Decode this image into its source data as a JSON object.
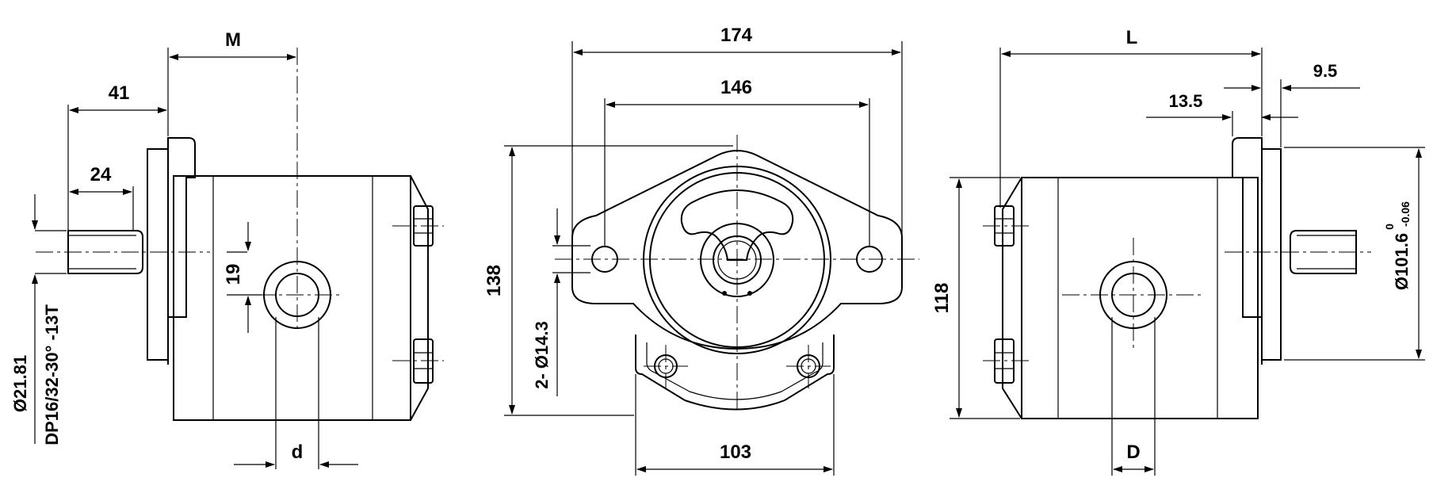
{
  "colors": {
    "line": "#000000",
    "background": "#ffffff"
  },
  "left_view": {
    "dim_M": "M",
    "dim_41": "41",
    "dim_24": "24",
    "dim_19": "19",
    "dim_d": "d",
    "shaft_diameter": "Ø21.81",
    "spline_spec": "DP16/32-30° -13T"
  },
  "front_view": {
    "dim_174": "174",
    "dim_146": "146",
    "dim_138": "138",
    "dim_holes": "2- Ø14.3",
    "dim_103": "103"
  },
  "right_view": {
    "dim_L": "L",
    "dim_9_5": "9.5",
    "dim_13_5": "13.5",
    "dim_118": "118",
    "dim_D": "D",
    "pilot_diameter": "Ø101.6",
    "tol_upper": "0",
    "tol_lower": "-0.06"
  }
}
